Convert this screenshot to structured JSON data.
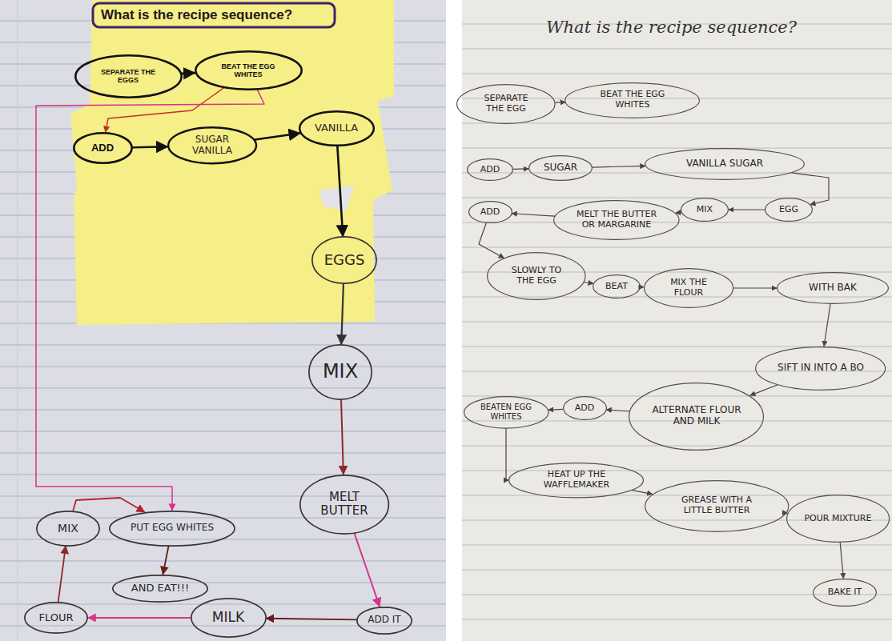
{
  "diagram": {
    "title": "What is the recipe sequence?",
    "nodes": [
      {
        "text": [
          "SEPARATE THE EGGS"
        ]
      },
      {
        "text": [
          "BEAT THE EGG WHITES"
        ]
      },
      {
        "text": [
          "ADD"
        ]
      },
      {
        "text": [
          "SUGAR VANILLA"
        ]
      },
      {
        "text": [
          "VANILLA"
        ]
      },
      {
        "text": [
          "EGGS"
        ]
      },
      {
        "text": [
          "MIX"
        ]
      },
      {
        "text": [
          "MELT BUTTER"
        ]
      },
      {
        "text": [
          "ADD IT"
        ]
      },
      {
        "text": [
          "MILK"
        ]
      },
      {
        "text": [
          "FLOUR"
        ]
      },
      {
        "text": [
          "MIX"
        ]
      },
      {
        "text": [
          "PUT EGG WHITES"
        ]
      },
      {
        "text": [
          "AND EAT!!!"
        ]
      },
      {
        "text": [
          "SEPARATE THE EGG"
        ]
      },
      {
        "text": [
          "BEAT THE EGG WHITES"
        ]
      },
      {
        "text": [
          "ADD"
        ]
      },
      {
        "text": [
          "SUGAR"
        ]
      },
      {
        "text": [
          "VANILLA SUGAR"
        ]
      },
      {
        "text": [
          "EGG"
        ]
      },
      {
        "text": [
          "MIX"
        ]
      },
      {
        "text": [
          "MELT THE BUTTER OR MARGARINE"
        ]
      },
      {
        "text": [
          "ADD"
        ]
      },
      {
        "text": [
          "SLOWLY TO THE EGG"
        ]
      },
      {
        "text": [
          "BEAT"
        ]
      },
      {
        "text": [
          "MIX THE FLOUR"
        ]
      },
      {
        "text": [
          "WITH BAK"
        ]
      },
      {
        "text": [
          "SIFT IN INTO A BO"
        ]
      },
      {
        "text": [
          "ALTERNATE FLOUR AND MILK"
        ]
      },
      {
        "text": [
          "ADD"
        ]
      },
      {
        "text": [
          "BEATEN EGG WHITES"
        ]
      },
      {
        "text": [
          "HEAT UP THE WAFFLEMAKER"
        ]
      },
      {
        "text": [
          "GREASE WITH A LITTLE BUTTER"
        ]
      },
      {
        "text": [
          "POUR MIXTURE"
        ]
      },
      {
        "text": [
          "BAKE IT"
        ]
      }
    ],
    "edges": [
      {
        "from": 0,
        "to": 1,
        "arrow": "to"
      },
      {
        "from": 1,
        "to": 2,
        "arrow": "to"
      },
      {
        "from": 2,
        "to": 3,
        "arrow": "to"
      },
      {
        "from": 3,
        "to": 4,
        "arrow": "to"
      },
      {
        "from": 4,
        "to": 5,
        "arrow": "to"
      },
      {
        "from": 5,
        "to": 6,
        "arrow": "to"
      },
      {
        "from": 6,
        "to": 7,
        "arrow": "to"
      },
      {
        "from": 7,
        "to": 8,
        "arrow": "to"
      },
      {
        "from": 8,
        "to": 9,
        "arrow": "to"
      },
      {
        "from": 9,
        "to": 10,
        "arrow": "to"
      },
      {
        "from": 10,
        "to": 11,
        "arrow": "to"
      },
      {
        "from": 11,
        "to": 12,
        "arrow": "to"
      },
      {
        "from": 12,
        "to": 13,
        "arrow": "to"
      },
      {
        "from": 1,
        "to": 12,
        "arrow": "to"
      },
      {
        "from": 14,
        "to": 15,
        "arrow": "to"
      },
      {
        "from": 16,
        "to": 17,
        "arrow": "to"
      },
      {
        "from": 17,
        "to": 18,
        "arrow": "to"
      },
      {
        "from": 18,
        "to": 19,
        "arrow": "to"
      },
      {
        "from": 19,
        "to": 20,
        "arrow": "to"
      },
      {
        "from": 20,
        "to": 21,
        "arrow": "to"
      },
      {
        "from": 21,
        "to": 22,
        "arrow": "to"
      },
      {
        "from": 22,
        "to": 23,
        "arrow": "to"
      },
      {
        "from": 23,
        "to": 24,
        "arrow": "to"
      },
      {
        "from": 24,
        "to": 25,
        "arrow": "to"
      },
      {
        "from": 25,
        "to": 26,
        "arrow": "to"
      },
      {
        "from": 26,
        "to": 27,
        "arrow": "to"
      },
      {
        "from": 27,
        "to": 28,
        "arrow": "to"
      },
      {
        "from": 28,
        "to": 29,
        "arrow": "to"
      },
      {
        "from": 29,
        "to": 30,
        "arrow": "to"
      },
      {
        "from": 30,
        "to": 31,
        "arrow": "to"
      },
      {
        "from": 31,
        "to": 32,
        "arrow": "to"
      },
      {
        "from": 32,
        "to": 33,
        "arrow": "to"
      },
      {
        "from": 33,
        "to": 34,
        "arrow": "to"
      }
    ],
    "labels": [
      "What is the recipe sequence?"
    ]
  }
}
